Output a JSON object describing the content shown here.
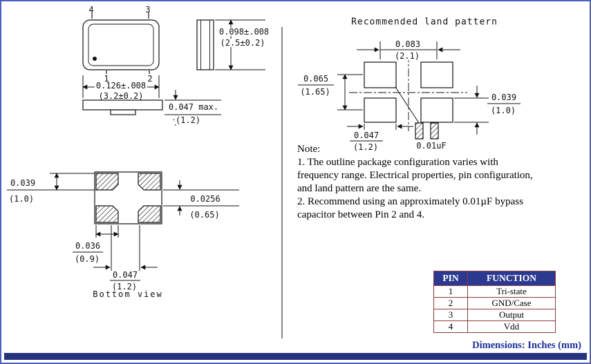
{
  "colors": {
    "line": "#111111",
    "accent_blue": "#26337f",
    "table_header_bg": "#2b3990",
    "table_border": "#8e3b3b",
    "footer_text": "#1c2f9b"
  },
  "top_view": {
    "pin4": "4",
    "pin3": "3",
    "pin1": "1",
    "pin2": "2",
    "body_width_in": "0.126±.008",
    "body_width_mm": "(3.2±0.2)",
    "body_height_in": "0.098±.008",
    "body_height_mm": "(2.5±0.2)",
    "body_thickness_in": "0.047 max.",
    "body_thickness_mm": "(1.2)"
  },
  "bottom_view": {
    "caption": "Bottom view",
    "pad_height_in": "0.039",
    "pad_height_mm": "(1.0)",
    "pad_gap_in": "0.0256",
    "pad_gap_mm": "(0.65)",
    "pad_width_in": "0.036",
    "pad_width_mm": "(0.9)",
    "pad_pitch_in": "0.047",
    "pad_pitch_mm": "(1.2)"
  },
  "land_pattern": {
    "title": "Recommended land pattern",
    "pitch_x_in": "0.083",
    "pitch_x_mm": "(2.1)",
    "pitch_y_in": "0.065",
    "pitch_y_mm": "(1.65)",
    "pad_height_in": "0.039",
    "pad_height_mm": "(1.0)",
    "pad_width_in": "0.047",
    "pad_width_mm": "(1.2)",
    "capacitor_label": "0.01uF"
  },
  "note": {
    "lines": [
      "Note:",
      "1. The outline package configuration varies with",
      "frequency range. Electrical properties, pin configuration,",
      "and land pattern are the same.",
      "2. Recommend using an approximately 0.01µF bypass",
      "capacitor between Pin 2 and 4."
    ]
  },
  "pin_table": {
    "headers": [
      "PIN",
      "FUNCTION"
    ],
    "rows": [
      [
        "1",
        "Tri-state"
      ],
      [
        "2",
        "GND/Case"
      ],
      [
        "3",
        "Output"
      ],
      [
        "4",
        "Vdd"
      ]
    ]
  },
  "footer": {
    "dimensions_note": "Dimensions: Inches (mm)"
  }
}
